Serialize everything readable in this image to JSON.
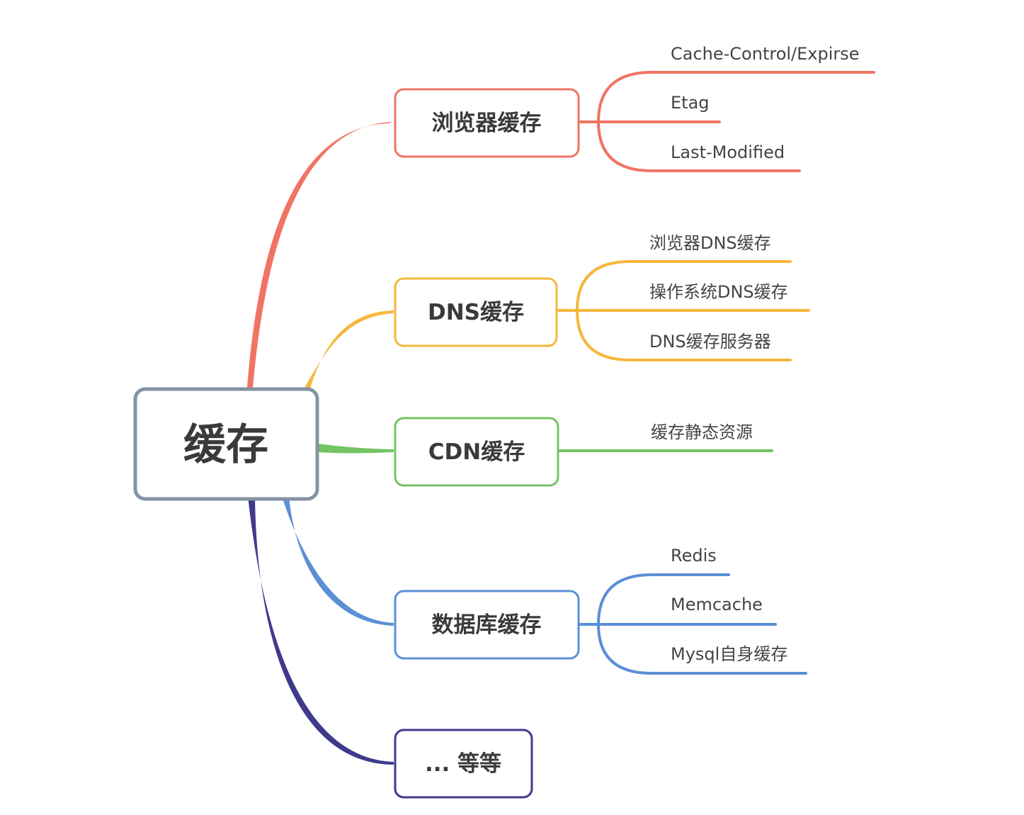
{
  "root": {
    "label": "缓存",
    "border_color": "#8592a2"
  },
  "branches": [
    {
      "label": "浏览器缓存",
      "color": "#f07464",
      "children": [
        "Cache-Control/Expirse",
        "Etag",
        "Last-Modified"
      ]
    },
    {
      "label": "DNS缓存",
      "color": "#f6b73c",
      "children": [
        "浏览器DNS缓存",
        "操作系统DNS缓存",
        "DNS缓存服务器"
      ]
    },
    {
      "label": "CDN缓存",
      "color": "#74c365",
      "children": [
        "缓存静态资源"
      ]
    },
    {
      "label": "数据库缓存",
      "color": "#5b8fd6",
      "children": [
        "Redis",
        "Memcache",
        "Mysql自身缓存"
      ]
    },
    {
      "label": "... 等等",
      "color": "#3f3a8c",
      "children": []
    }
  ]
}
